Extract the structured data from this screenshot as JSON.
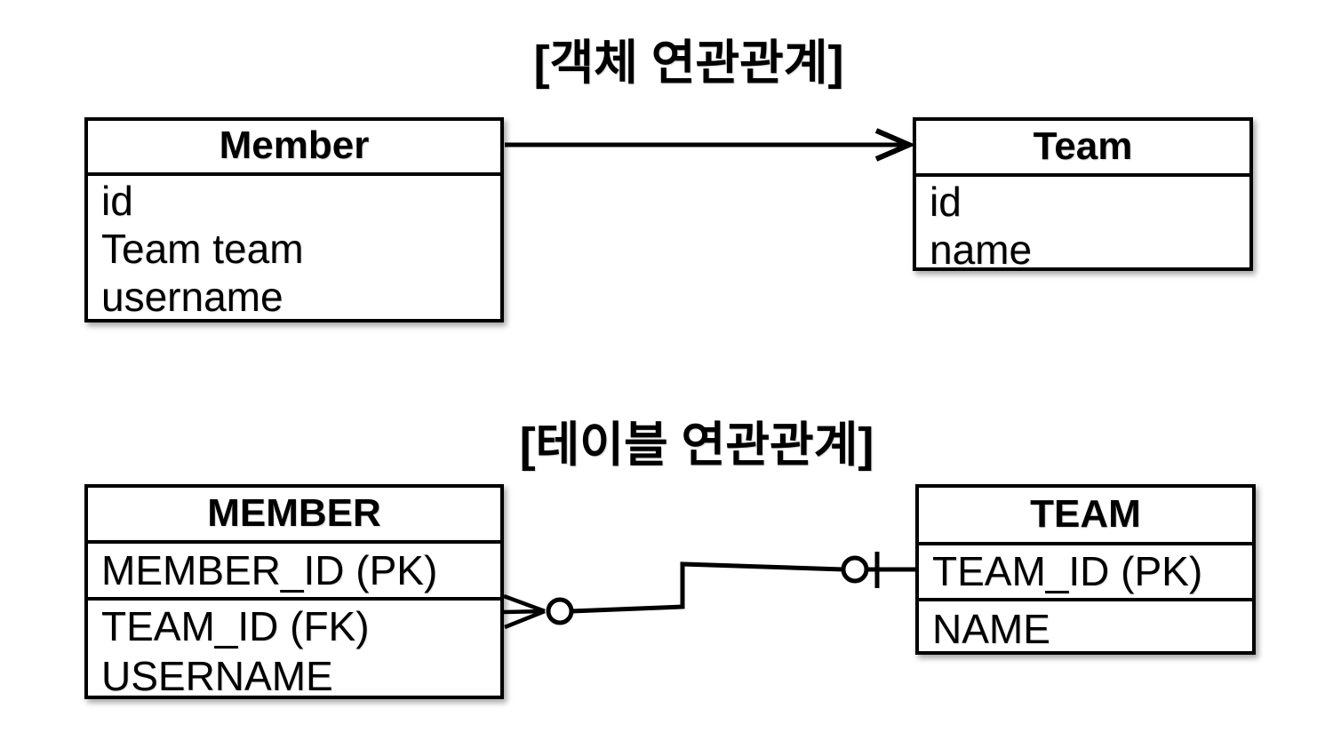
{
  "object_section": {
    "title": "[객체 연관관계]",
    "member_class": {
      "title": "Member",
      "fields": [
        "id",
        "Team team",
        "username"
      ]
    },
    "team_class": {
      "title": "Team",
      "fields": [
        "id",
        "name"
      ]
    },
    "relation": {
      "kind": "unidirectional-arrow",
      "from": "Member",
      "to": "Team"
    }
  },
  "table_section": {
    "title": "[테이블 연관관계]",
    "member_table": {
      "title": "MEMBER",
      "rows": [
        "MEMBER_ID (PK)",
        "TEAM_ID (FK)",
        "USERNAME"
      ]
    },
    "team_table": {
      "title": "TEAM",
      "rows": [
        "TEAM_ID (PK)",
        "NAME"
      ]
    },
    "relation": {
      "kind": "crow-foot-relationship",
      "member_end": "zero-or-many",
      "team_end": "zero-or-one"
    }
  },
  "colors": {
    "line": "#000000",
    "box_fill": "#ffffff",
    "background": "#ffffff",
    "text": "#000000"
  }
}
